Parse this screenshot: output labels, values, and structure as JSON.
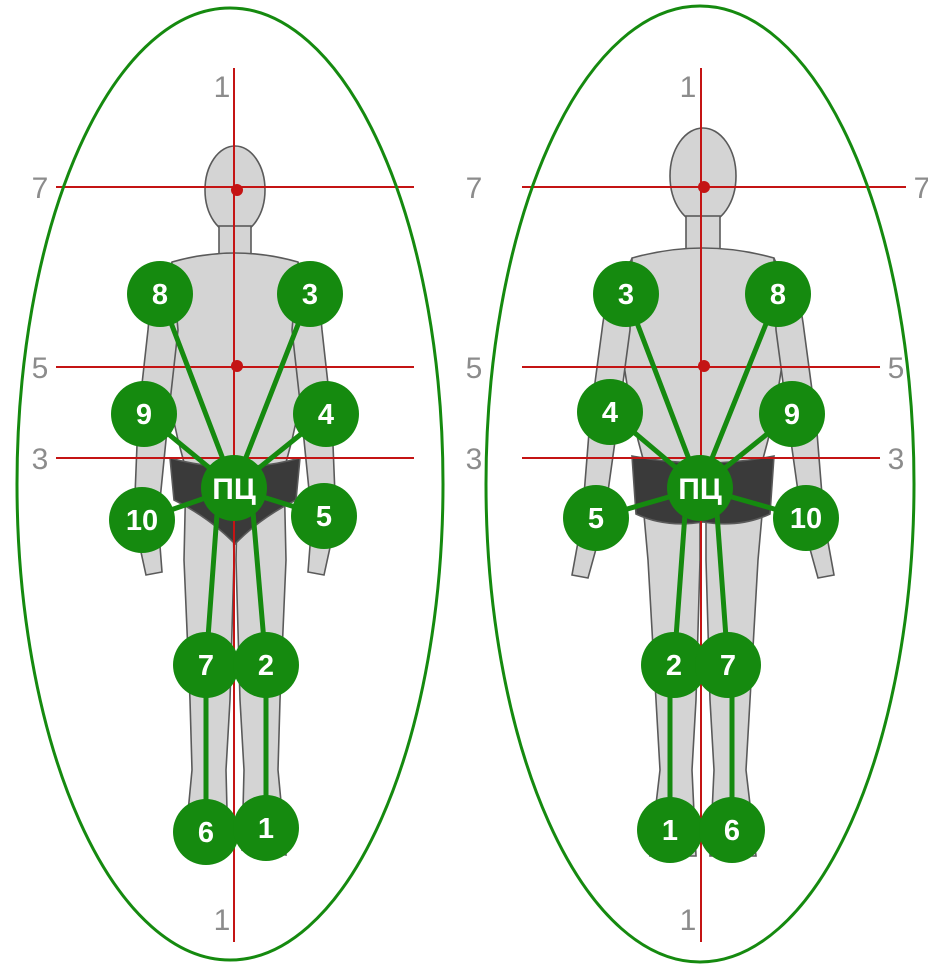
{
  "colors": {
    "green": "#158a0f",
    "red": "#c41414",
    "axis_text": "#8c8c8c",
    "figure_fill": "#d2d2d2",
    "figure_stroke": "#555555",
    "briefs": "#3a3a3a"
  },
  "front": {
    "vertical_label_top": "1",
    "vertical_label_bottom": "1",
    "h_labels": {
      "l7": "7",
      "l5": "5",
      "l3": "3"
    },
    "center_label": "ПЦ",
    "nodes": {
      "n8": "8",
      "n3": "3",
      "n9": "9",
      "n4": "4",
      "n10": "10",
      "n5": "5",
      "n7": "7",
      "n2": "2",
      "n6": "6",
      "n1": "1"
    }
  },
  "back": {
    "vertical_label_top": "1",
    "vertical_label_bottom": "1",
    "h_labels": {
      "l7_left": "7",
      "l7_right": "7",
      "l5_left": "5",
      "l5_right": "5",
      "l3_left": "3",
      "l3_right": "3"
    },
    "center_label": "ПЦ",
    "nodes": {
      "n3": "3",
      "n8": "8",
      "n4": "4",
      "n9": "9",
      "n5": "5",
      "n10": "10",
      "n2": "2",
      "n7": "7",
      "n1": "1",
      "n6": "6"
    }
  }
}
